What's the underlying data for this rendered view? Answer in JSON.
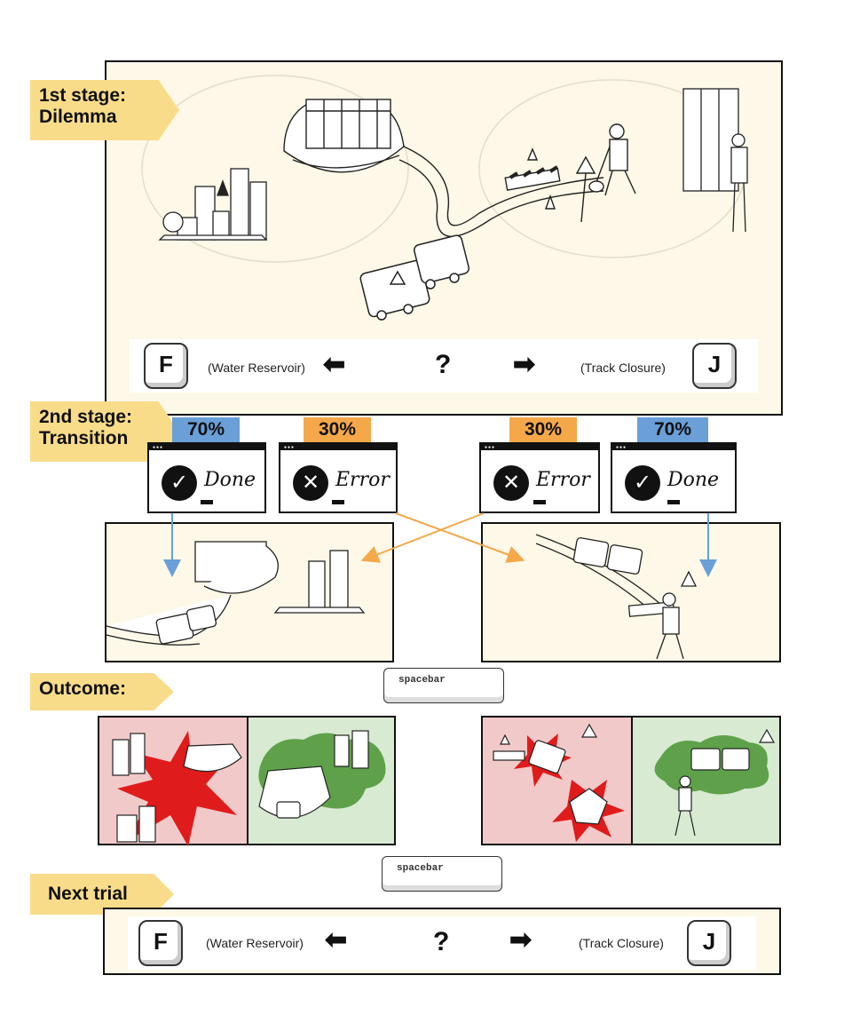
{
  "stages": {
    "first": "1st stage:\nDilemma",
    "second": "2nd stage:\nTransition",
    "outcome": "Outcome:",
    "next": "Next trial"
  },
  "choice_bar": {
    "left_key": "F",
    "left_label": "(Water Reservoir)",
    "question": "?",
    "right_label": "(Track Closure)",
    "right_key": "J"
  },
  "transition": {
    "left_pair": [
      {
        "percent": "70%",
        "result": "Done",
        "color": "#6a9fd8"
      },
      {
        "percent": "30%",
        "result": "Error",
        "color": "#f5a84a"
      }
    ],
    "right_pair": [
      {
        "percent": "30%",
        "result": "Error",
        "color": "#f5a84a"
      },
      {
        "percent": "70%",
        "result": "Done",
        "color": "#6a9fd8"
      }
    ]
  },
  "spacebar_label": "spacebar",
  "colors": {
    "panel_bg": "#fdf8e7",
    "tag_bg": "#f9dc8a",
    "blue": "#6a9fd8",
    "orange": "#f5a84a",
    "bad": "#f2c9c9",
    "good": "#d8ead2",
    "blob": "#5ea14a",
    "burst": "#e01b1b"
  }
}
